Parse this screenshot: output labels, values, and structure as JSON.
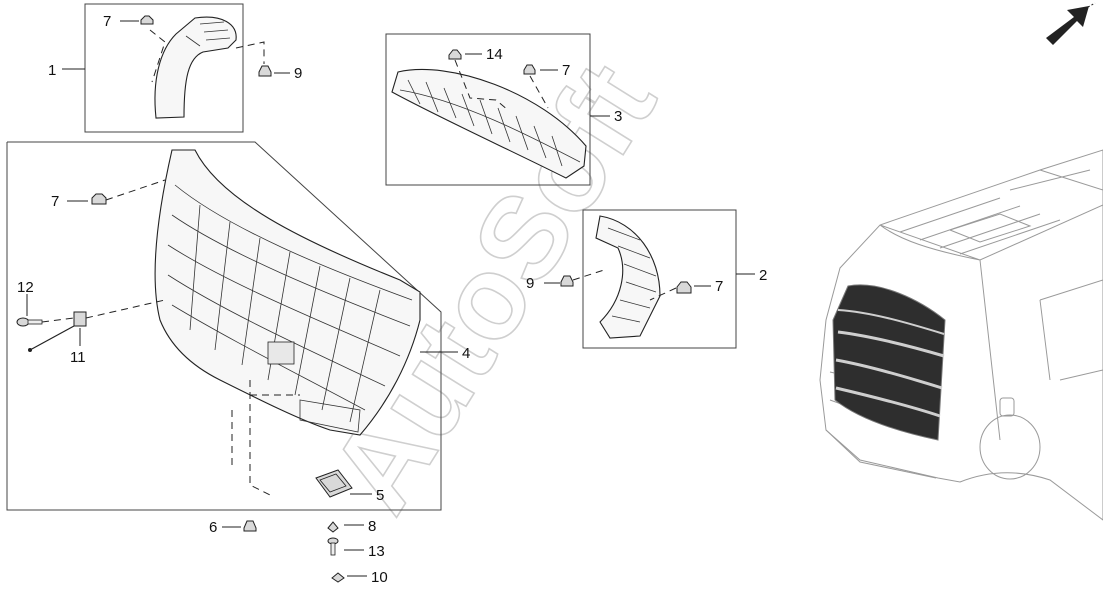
{
  "watermark": {
    "text": "AutoSoft"
  },
  "callouts": [
    {
      "id": "c1a",
      "label": "1"
    },
    {
      "id": "c7a",
      "label": "7"
    },
    {
      "id": "c9a",
      "label": "9"
    },
    {
      "id": "c14",
      "label": "14"
    },
    {
      "id": "c7b",
      "label": "7"
    },
    {
      "id": "c3",
      "label": "3"
    },
    {
      "id": "c7c",
      "label": "7"
    },
    {
      "id": "c12",
      "label": "12"
    },
    {
      "id": "c11",
      "label": "11"
    },
    {
      "id": "c4",
      "label": "4"
    },
    {
      "id": "c9b",
      "label": "9"
    },
    {
      "id": "c7d",
      "label": "7"
    },
    {
      "id": "c2",
      "label": "2"
    },
    {
      "id": "c5",
      "label": "5"
    },
    {
      "id": "c6",
      "label": "6"
    },
    {
      "id": "c8",
      "label": "8"
    },
    {
      "id": "c13",
      "label": "13"
    },
    {
      "id": "c10",
      "label": "10"
    }
  ],
  "icons": {
    "direction_arrow": "arrow-northeast-icon",
    "clip": "clip-icon",
    "bolt": "bolt-icon",
    "screw": "screw-icon"
  }
}
